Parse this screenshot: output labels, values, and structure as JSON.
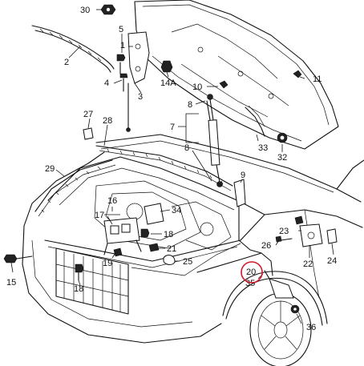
{
  "diagram": {
    "callouts": [
      {
        "id": "c30",
        "text": "30"
      },
      {
        "id": "c5",
        "text": "5"
      },
      {
        "id": "c1",
        "text": "1"
      },
      {
        "id": "c2",
        "text": "2"
      },
      {
        "id": "c4",
        "text": "4"
      },
      {
        "id": "c14a",
        "text": "14A"
      },
      {
        "id": "c3",
        "text": "3"
      },
      {
        "id": "c11",
        "text": "11"
      },
      {
        "id": "c10",
        "text": "10"
      },
      {
        "id": "c8a",
        "text": "8"
      },
      {
        "id": "c27",
        "text": "27"
      },
      {
        "id": "c28",
        "text": "28"
      },
      {
        "id": "c7",
        "text": "7"
      },
      {
        "id": "c8b",
        "text": "8"
      },
      {
        "id": "c33",
        "text": "33"
      },
      {
        "id": "c32",
        "text": "32"
      },
      {
        "id": "c29",
        "text": "29"
      },
      {
        "id": "c9",
        "text": "9"
      },
      {
        "id": "c16",
        "text": "16"
      },
      {
        "id": "c17",
        "text": "17"
      },
      {
        "id": "c34",
        "text": "34"
      },
      {
        "id": "c19",
        "text": "19"
      },
      {
        "id": "c18a",
        "text": "18"
      },
      {
        "id": "c21",
        "text": "21"
      },
      {
        "id": "c25",
        "text": "25"
      },
      {
        "id": "c23",
        "text": "23"
      },
      {
        "id": "c26",
        "text": "26"
      },
      {
        "id": "c22",
        "text": "22"
      },
      {
        "id": "c24",
        "text": "24"
      },
      {
        "id": "c15",
        "text": "15"
      },
      {
        "id": "c18b",
        "text": "18"
      },
      {
        "id": "c20",
        "text": "20"
      },
      {
        "id": "c35",
        "text": "35"
      },
      {
        "id": "c36",
        "text": "36"
      }
    ],
    "highlight_color": "#d11a2a",
    "line_color": "#111111"
  }
}
